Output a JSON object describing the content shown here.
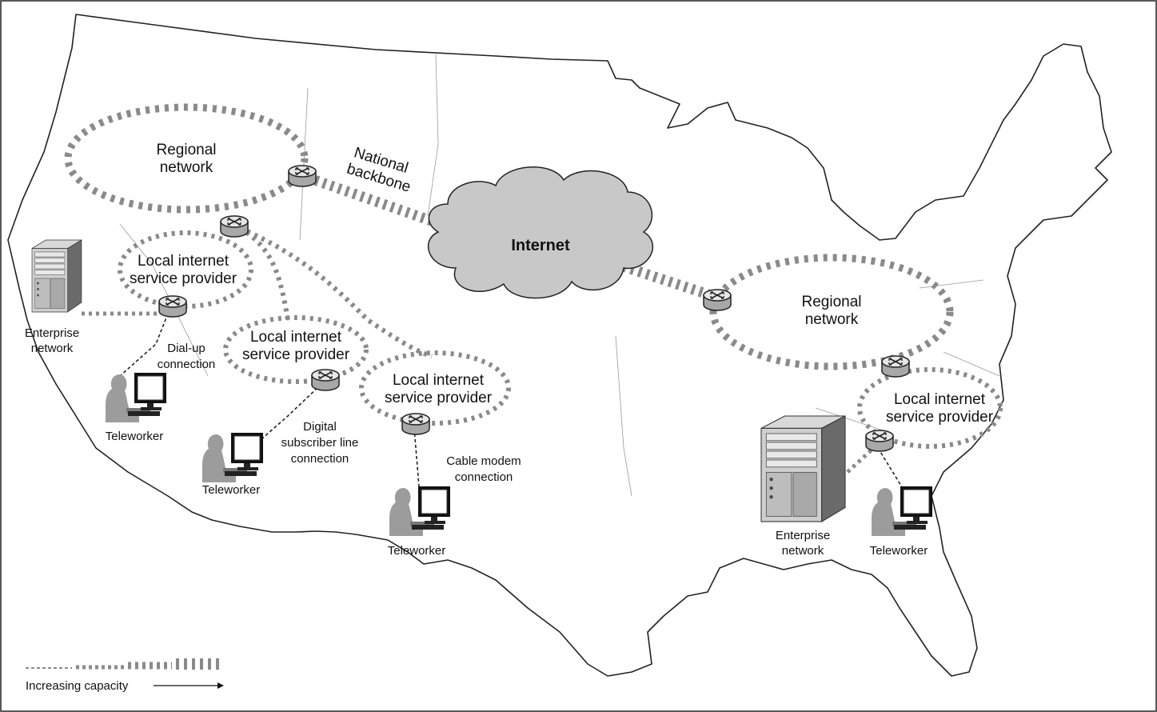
{
  "labels": {
    "regional_west_1": "Regional",
    "regional_west_2": "network",
    "backbone_1": "National",
    "backbone_2": "backbone",
    "internet": "Internet",
    "isp1_1": "Local internet",
    "isp1_2": "service provider",
    "isp2_1": "Local internet",
    "isp2_2": "service provider",
    "isp3_1": "Local internet",
    "isp3_2": "service provider",
    "regional_east_1": "Regional",
    "regional_east_2": "network",
    "isp_east_1": "Local internet",
    "isp_east_2": "service provider",
    "enterprise_west_1": "Enterprise",
    "enterprise_west_2": "network",
    "enterprise_east_1": "Enterprise",
    "enterprise_east_2": "network",
    "dialup_1": "Dial-up",
    "dialup_2": "connection",
    "dsl_1": "Digital",
    "dsl_2": "subscriber line",
    "dsl_3": "connection",
    "cable_1": "Cable modem",
    "cable_2": "connection",
    "teleworker_1": "Teleworker",
    "teleworker_2": "Teleworker",
    "teleworker_3": "Teleworker",
    "teleworker_4": "Teleworker",
    "legend": "Increasing capacity"
  },
  "colors": {
    "line": "#8a8a8a",
    "cloud": "#c8c8c8",
    "map": "#222222",
    "device": "#9a9a9a"
  },
  "icons": {
    "router": "router-icon",
    "server": "server-icon",
    "teleworker": "teleworker-icon",
    "cloud": "cloud-icon"
  }
}
